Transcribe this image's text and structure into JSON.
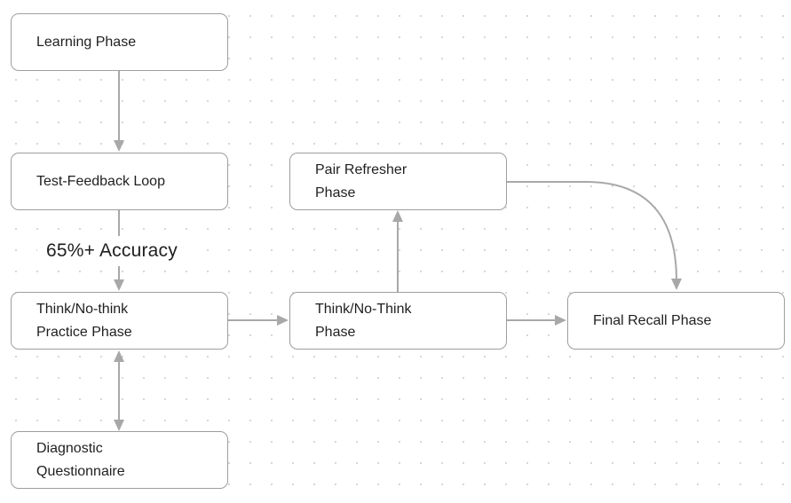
{
  "nodes": {
    "learning": "Learning Phase",
    "test_feedback": "Test-Feedback Loop",
    "think_practice": "Think/No-think\nPractice Phase",
    "diagnostic": "Diagnostic\nQuestionnaire",
    "pair_refresher": "Pair Refresher\nPhase",
    "think_no_think": "Think/No-Think\nPhase",
    "final_recall": "Final Recall Phase"
  },
  "edge_labels": {
    "accuracy": "65%+ Accuracy"
  },
  "colors": {
    "connector": "#a8a8a8",
    "node_border": "#9e9e9e",
    "background_dots": "#d4d4d4"
  }
}
